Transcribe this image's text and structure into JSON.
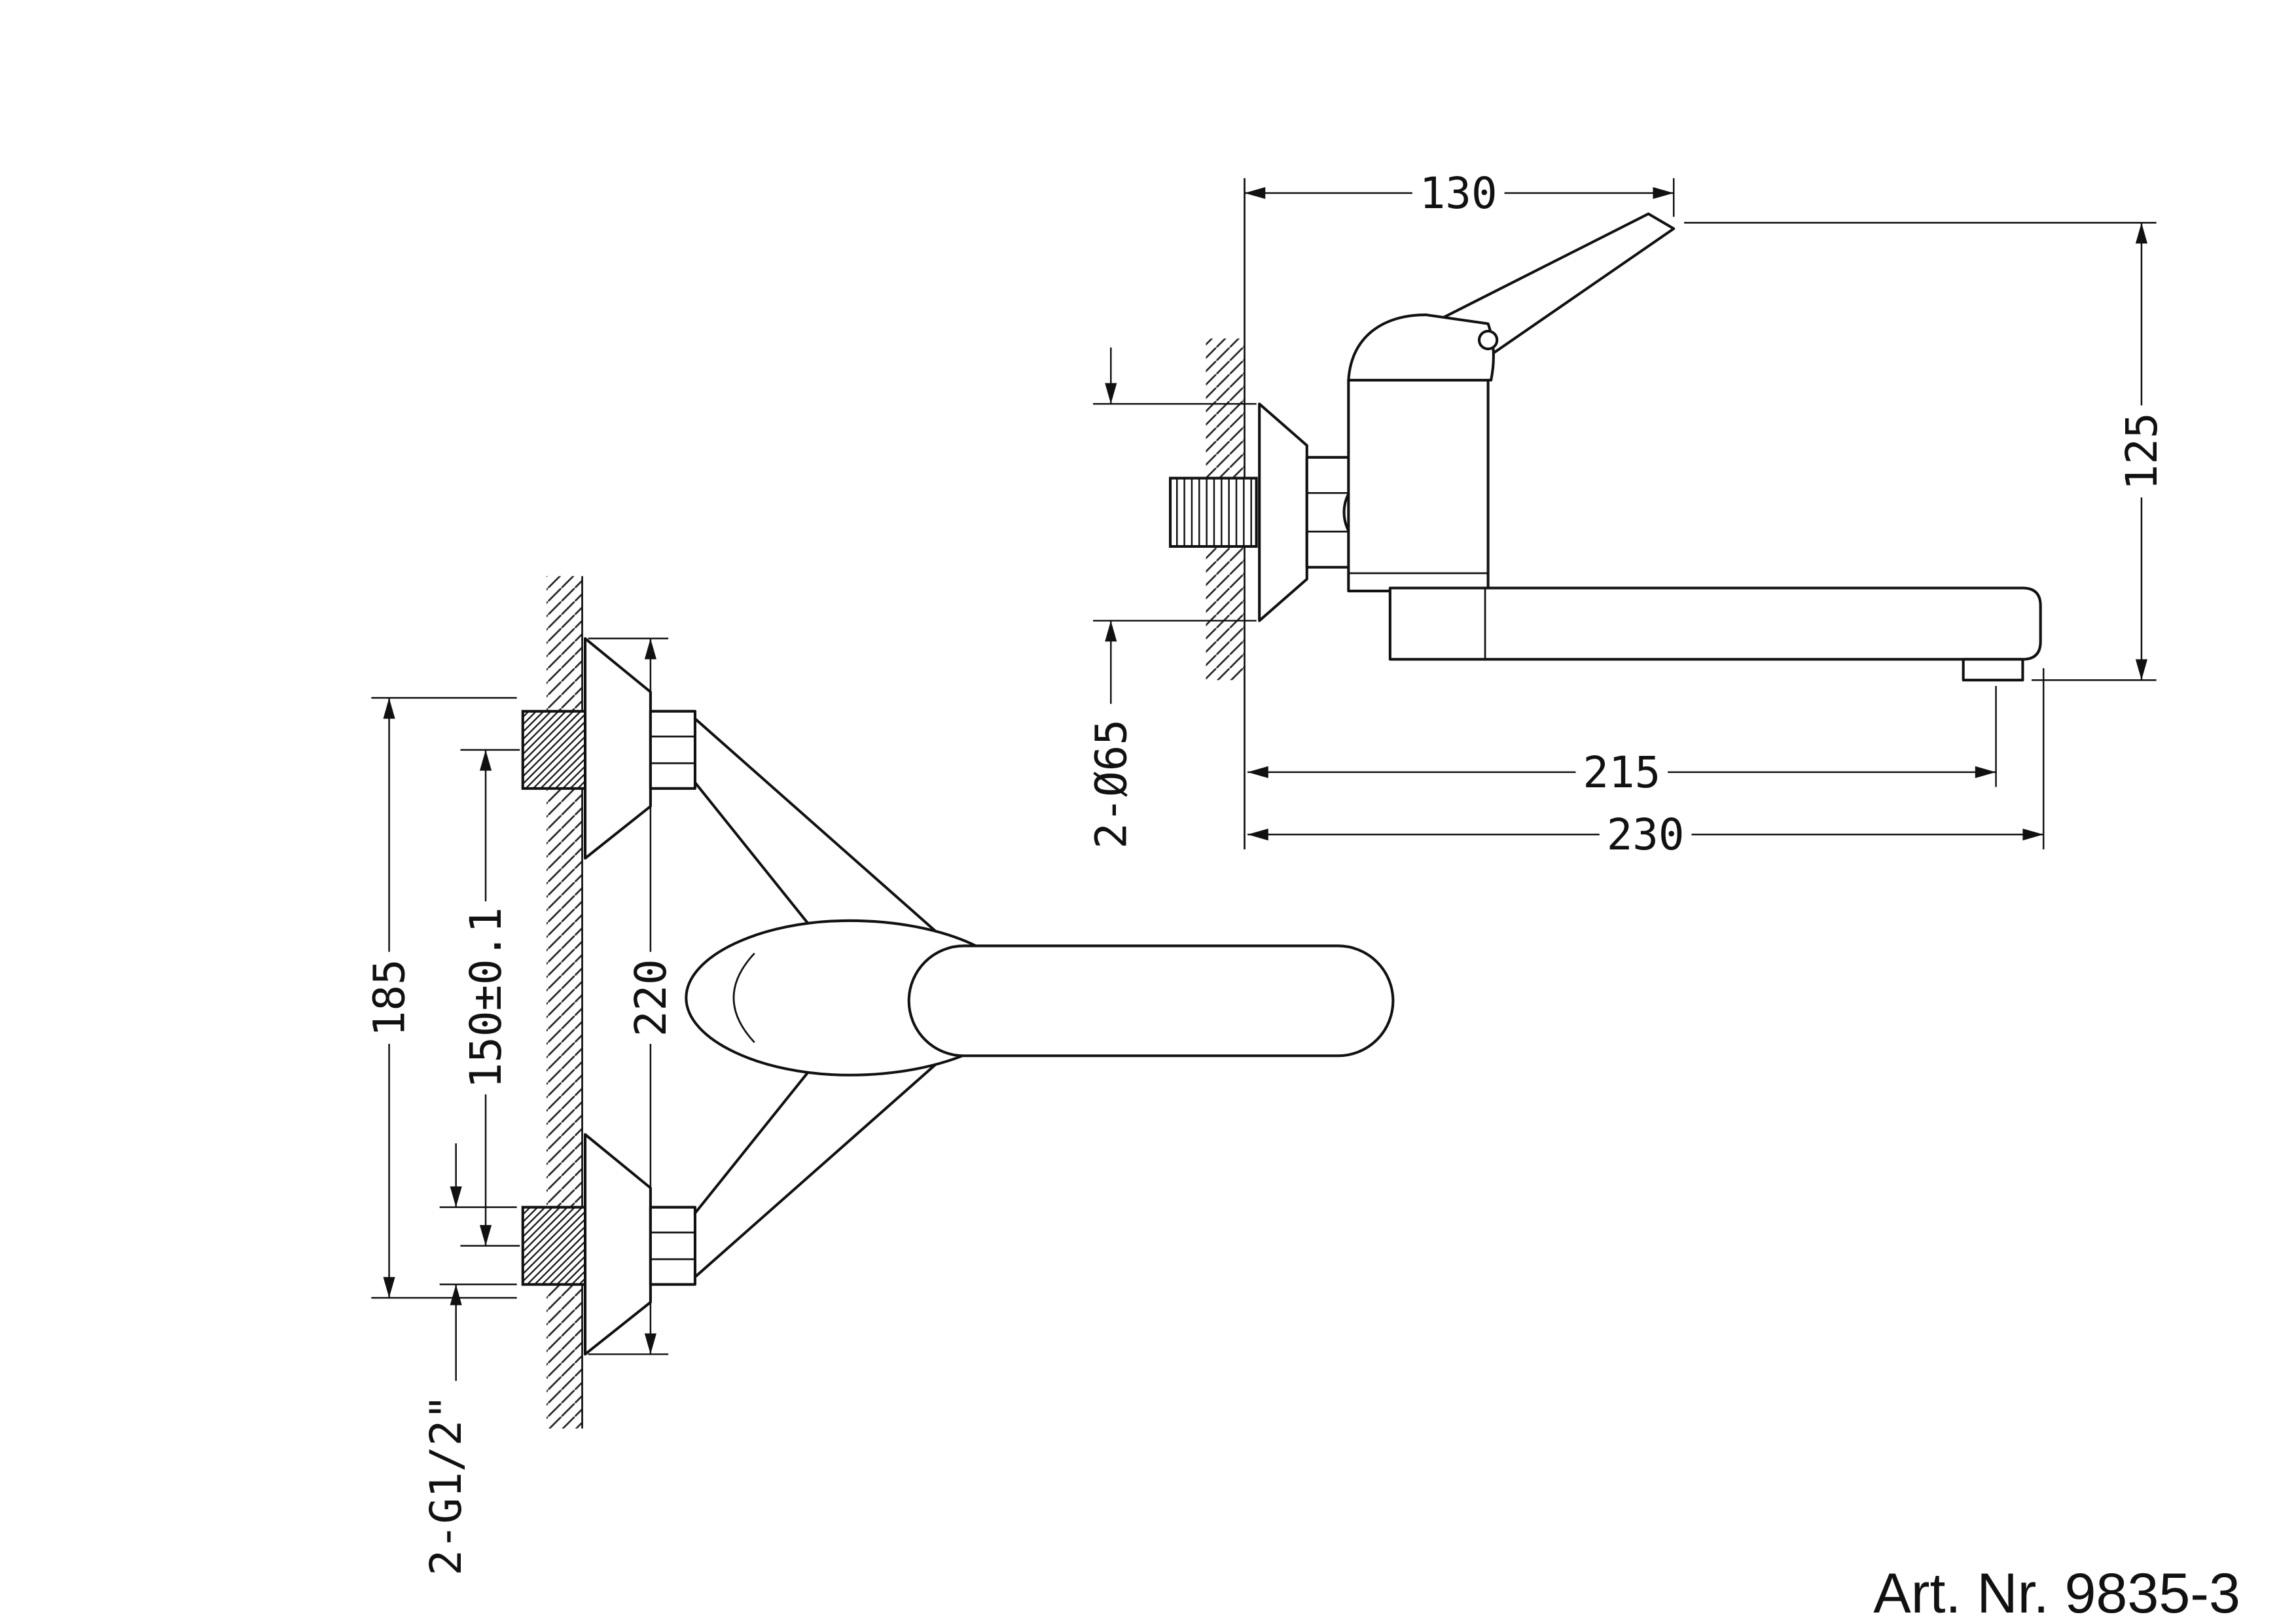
{
  "article_number": "Art. Nr. 9835-3",
  "colors": {
    "line": "#111111",
    "background": "#ffffff"
  },
  "front_view": {
    "dim_connections_outer": "185",
    "dim_connection_centers": "150±0.1",
    "dim_escutcheon_span": "220",
    "thread_size_label": "2-G1/2\""
  },
  "side_view": {
    "dim_wall_to_handle": "130",
    "dim_overall_height": "125",
    "dim_wall_to_aerator": "215",
    "dim_wall_to_spout_tip": "230",
    "escutcheon_diameter_label": "2-Ø65"
  }
}
